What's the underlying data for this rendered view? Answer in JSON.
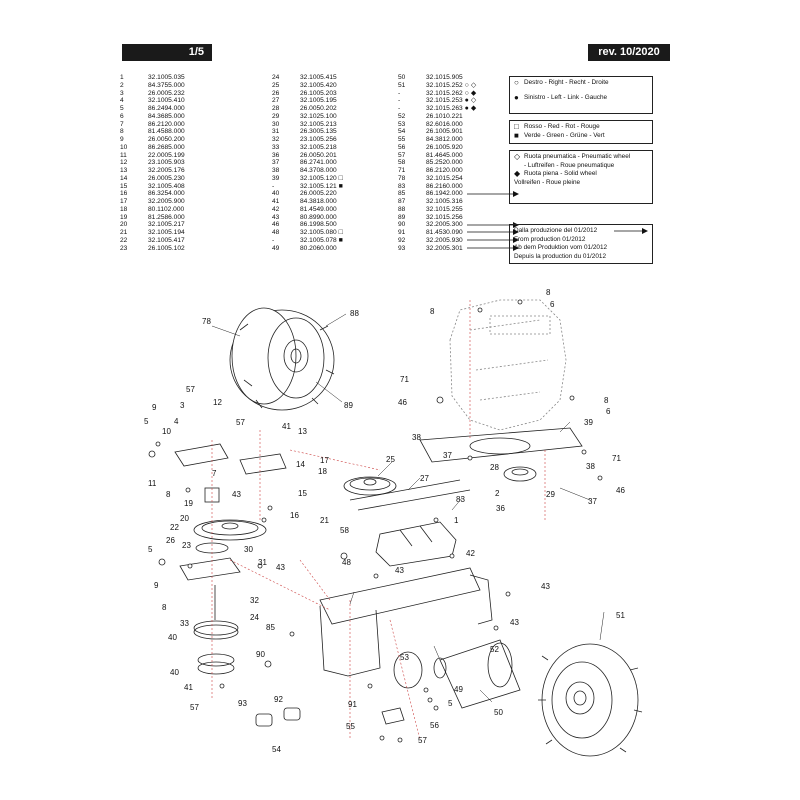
{
  "header": {
    "page": "1/5",
    "revision": "rev. 10/2020"
  },
  "parts_columns": [
    [
      {
        "n": "1",
        "code": "32.1005.035"
      },
      {
        "n": "2",
        "code": "84.3755.000"
      },
      {
        "n": "3",
        "code": "26.0005.232"
      },
      {
        "n": "4",
        "code": "32.1005.410"
      },
      {
        "n": "5",
        "code": "86.2494.000"
      },
      {
        "n": "6",
        "code": "84.3685.000"
      },
      {
        "n": "7",
        "code": "86.2120.000"
      },
      {
        "n": "8",
        "code": "81.4588.000"
      },
      {
        "n": "9",
        "code": "26.0050.200"
      },
      {
        "n": "10",
        "code": "86.2685.000"
      },
      {
        "n": "11",
        "code": "22.0005.199"
      },
      {
        "n": "12",
        "code": "23.1005.903"
      },
      {
        "n": "13",
        "code": "32.2005.176"
      },
      {
        "n": "14",
        "code": "26.0005.230"
      },
      {
        "n": "15",
        "code": "32.1005.408"
      },
      {
        "n": "16",
        "code": "86.3254.000"
      },
      {
        "n": "17",
        "code": "32.2005.900"
      },
      {
        "n": "18",
        "code": "80.1102.000"
      },
      {
        "n": "19",
        "code": "81.2586.000"
      },
      {
        "n": "20",
        "code": "32.1005.217"
      },
      {
        "n": "21",
        "code": "32.1005.194"
      },
      {
        "n": "22",
        "code": "32.1005.417"
      },
      {
        "n": "23",
        "code": "26.1005.102"
      }
    ],
    [
      {
        "n": "24",
        "code": "32.1005.415"
      },
      {
        "n": "25",
        "code": "32.1005.420"
      },
      {
        "n": "26",
        "code": "26.1005.203"
      },
      {
        "n": "27",
        "code": "32.1005.195"
      },
      {
        "n": "28",
        "code": "26.0050.202"
      },
      {
        "n": "29",
        "code": "32.1025.100"
      },
      {
        "n": "30",
        "code": "32.1005.213"
      },
      {
        "n": "31",
        "code": "26.3005.135"
      },
      {
        "n": "32",
        "code": "23.1005.256"
      },
      {
        "n": "33",
        "code": "32.1005.218"
      },
      {
        "n": "36",
        "code": "26.0050.201"
      },
      {
        "n": "37",
        "code": "86.2741.000"
      },
      {
        "n": "38",
        "code": "84.3708.000"
      },
      {
        "n": "39",
        "code": "32.1005.120",
        "mark": "square-open"
      },
      {
        "n": "-",
        "code": "32.1005.121",
        "mark": "square-filled"
      },
      {
        "n": "40",
        "code": "26.0005.220"
      },
      {
        "n": "41",
        "code": "84.3818.000"
      },
      {
        "n": "42",
        "code": "81.4549.000"
      },
      {
        "n": "43",
        "code": "80.8990.000"
      },
      {
        "n": "46",
        "code": "86.1998.500"
      },
      {
        "n": "48",
        "code": "32.1005.080",
        "mark": "square-open"
      },
      {
        "n": "-",
        "code": "32.1005.078",
        "mark": "square-filled"
      },
      {
        "n": "49",
        "code": "80.2060.000"
      }
    ],
    [
      {
        "n": "50",
        "code": "32.1015.905"
      },
      {
        "n": "51",
        "code": "32.1015.252",
        "mark": "circle-open diamond-open"
      },
      {
        "n": "-",
        "code": "32.1015.262",
        "mark": "circle-open diamond-filled"
      },
      {
        "n": "-",
        "code": "32.1015.253",
        "mark": "circle-filled diamond-open"
      },
      {
        "n": "-",
        "code": "32.1015.263",
        "mark": "circle-filled diamond-filled"
      },
      {
        "n": "52",
        "code": "26.1010.221"
      },
      {
        "n": "53",
        "code": "82.6016.000"
      },
      {
        "n": "54",
        "code": "26.1005.901"
      },
      {
        "n": "55",
        "code": "84.3812.000"
      },
      {
        "n": "56",
        "code": "26.1005.920"
      },
      {
        "n": "57",
        "code": "81.4645.000"
      },
      {
        "n": "58",
        "code": "85.2520.000"
      },
      {
        "n": "71",
        "code": "86.2120.000"
      },
      {
        "n": "78",
        "code": "32.1015.254"
      },
      {
        "n": "83",
        "code": "86.2160.000"
      },
      {
        "n": "85",
        "code": "86.1942.000",
        "mark": "arrow"
      },
      {
        "n": "87",
        "code": "32.1005.316"
      },
      {
        "n": "88",
        "code": "32.1015.255"
      },
      {
        "n": "89",
        "code": "32.1015.256"
      },
      {
        "n": "90",
        "code": "32.2005.300",
        "mark": "arrow"
      },
      {
        "n": "91",
        "code": "81.4530.090",
        "mark": "arrow"
      },
      {
        "n": "92",
        "code": "32.2005.930",
        "mark": "arrow"
      },
      {
        "n": "93",
        "code": "32.2005.301",
        "mark": "arrow"
      }
    ]
  ],
  "legend_side": {
    "right": "Destro - Right - Recht - Droite",
    "left": "Sinistro - Left - Link - Gauche"
  },
  "legend_color": {
    "red": "Rosso - Red - Rot - Rouge",
    "green": "Verde - Green - Grüne - Vert"
  },
  "legend_wheel": {
    "pneumatic": "Ruota pneumatica - Pneumatic wheel",
    "pneumatic_de_fr": "- Luftreifen - Roue pneumatique",
    "solid": "Ruota piena - Solid wheel",
    "solid_de_fr": "Vollreifen - Roue pleine"
  },
  "legend_production": {
    "it": "Dalla produzione del 01/2012",
    "en": "From production 01/2012",
    "de": "Ab dem Produktion vom 01/2012",
    "fr": "Depuis la production du 01/2012"
  },
  "callouts": {
    "c1": "1",
    "c2": "2",
    "c3": "3",
    "c4": "4",
    "c5": "5",
    "c6": "6",
    "c7": "7",
    "c8": "8",
    "c9": "9",
    "c10": "10",
    "c11": "11",
    "c12": "12",
    "c13": "13",
    "c14": "14",
    "c15": "15",
    "c16": "16",
    "c17": "17",
    "c18": "18",
    "c19": "19",
    "c20": "20",
    "c21": "21",
    "c22": "22",
    "c23": "23",
    "c24": "24",
    "c25": "25",
    "c26": "26",
    "c27": "27",
    "c28": "28",
    "c29": "29",
    "c30": "30",
    "c31": "31",
    "c32": "32",
    "c33": "33",
    "c36": "36",
    "c37": "37",
    "c38": "38",
    "c39": "39",
    "c40": "40",
    "c41": "41",
    "c42": "42",
    "c43": "43",
    "c46": "46",
    "c48": "48",
    "c49": "49",
    "c50": "50",
    "c51": "51",
    "c52": "52",
    "c53": "53",
    "c54": "54",
    "c55": "55",
    "c56": "56",
    "c57": "57",
    "c58": "58",
    "c71": "71",
    "c78": "78",
    "c83": "83",
    "c85": "85",
    "c88": "88",
    "c89": "89",
    "c90": "90",
    "c91": "91",
    "c92": "92",
    "c93": "93"
  }
}
